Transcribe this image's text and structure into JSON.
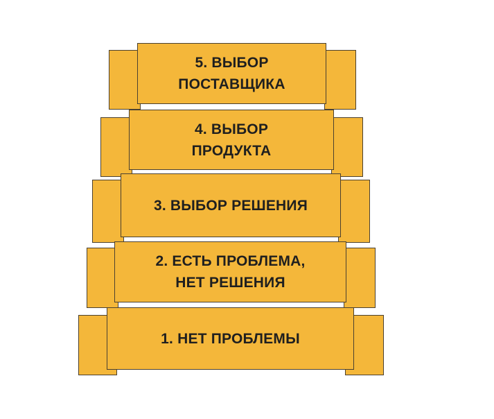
{
  "diagram": {
    "fill_color": "#f4b73a",
    "border_color": "#4a4030",
    "text_color": "#1f1f1f",
    "steps": [
      {
        "number": 1,
        "label": "1. НЕТ ПРОБЛЕМЫ"
      },
      {
        "number": 2,
        "label": "2. ЕСТЬ ПРОБЛЕМА,\nНЕТ РЕШЕНИЯ"
      },
      {
        "number": 3,
        "label": "3. ВЫБОР РЕШЕНИЯ"
      },
      {
        "number": 4,
        "label": "4. ВЫБОР\nПРОДУКТА"
      },
      {
        "number": 5,
        "label": "5. ВЫБОР\nПОСТАВЩИКА"
      }
    ]
  }
}
